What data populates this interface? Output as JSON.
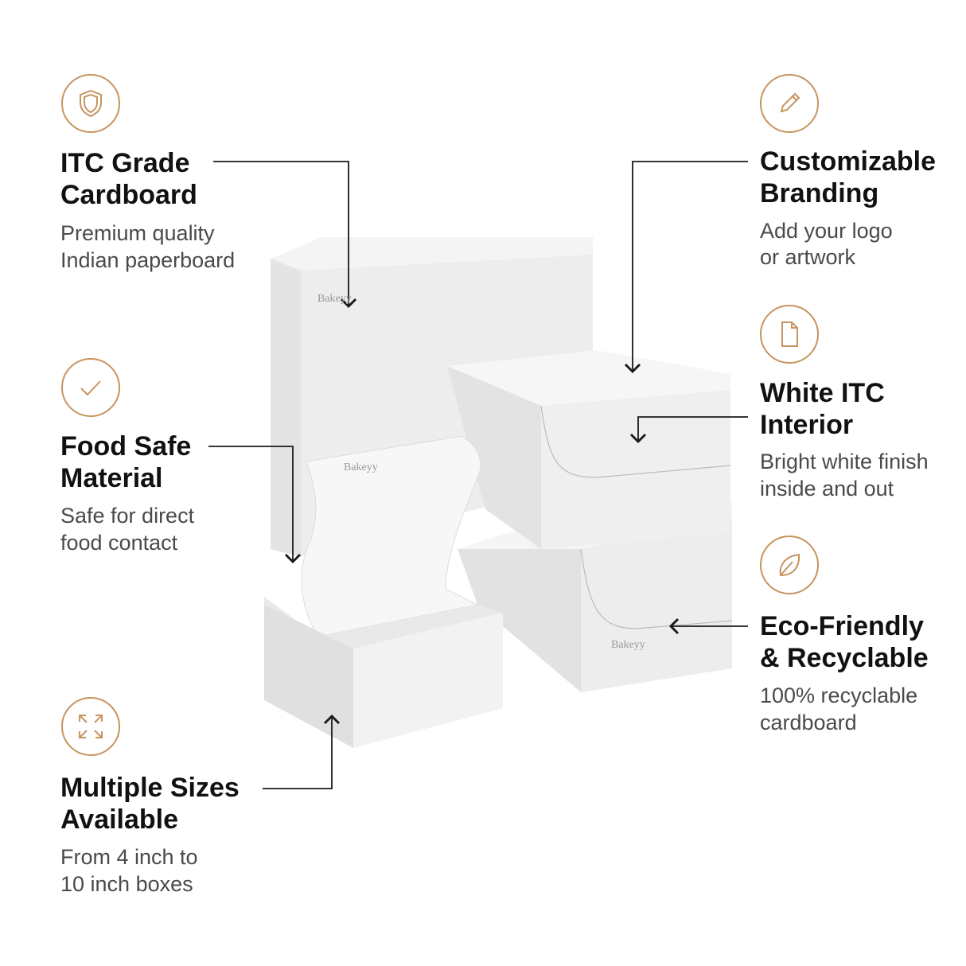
{
  "accent_color": "#c8935f",
  "watermark": "Bakeyy",
  "features": [
    {
      "icon": "shield-icon",
      "title1": "ITC Grade",
      "title2": "Cardboard",
      "sub1": "Premium quality",
      "sub2": "Indian paperboard"
    },
    {
      "icon": "checkmark-icon",
      "title1": "Food Safe",
      "title2": "Material",
      "sub1": "Safe for direct",
      "sub2": "food contact"
    },
    {
      "icon": "expand-arrows-icon",
      "title1": "Multiple Sizes",
      "title2": "Available",
      "sub1": "From 4 inch to",
      "sub2": "10 inch boxes"
    },
    {
      "icon": "pencil-icon",
      "title1": "Customizable",
      "title2": "Branding",
      "sub1": "Add your logo",
      "sub2": "or artwork"
    },
    {
      "icon": "document-icon",
      "title1": "White ITC",
      "title2": "Interior",
      "sub1": "Bright white finish",
      "sub2": "inside and out"
    },
    {
      "icon": "leaf-icon",
      "title1": "Eco-Friendly",
      "title2": "& Recyclable",
      "sub1": "100% recyclable",
      "sub2": "cardboard"
    }
  ]
}
